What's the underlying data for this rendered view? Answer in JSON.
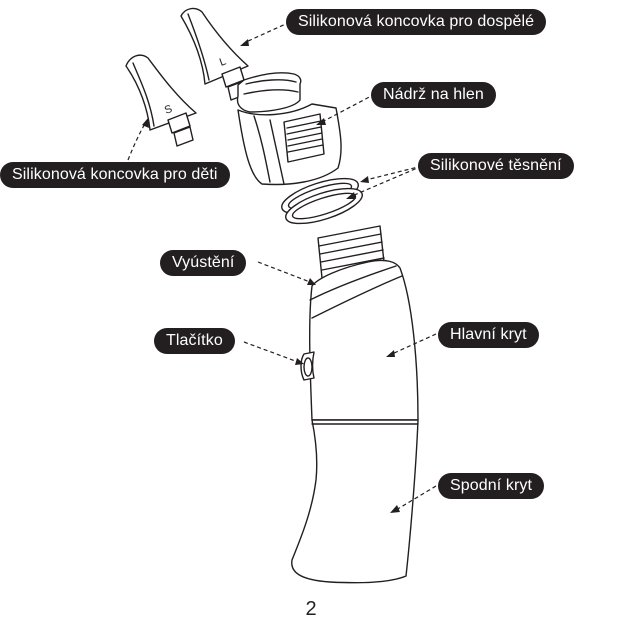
{
  "labels": {
    "tip_adult": "Silikonová koncovka pro dospělé",
    "reservoir": "Nádrž na hlen",
    "tip_child": "Silikonová koncovka pro děti",
    "seal": "Silikonové těsnění",
    "outlet": "Vyústění",
    "button": "Tlačítko",
    "main_cover": "Hlavní kryt",
    "bottom_cover": "Spodní kryt"
  },
  "tip_marks": {
    "child": "S",
    "adult": "L"
  },
  "page_number": "2",
  "colors": {
    "label_bg": "#231f20",
    "label_text": "#ffffff",
    "line": "#231f20",
    "background": "#ffffff"
  }
}
